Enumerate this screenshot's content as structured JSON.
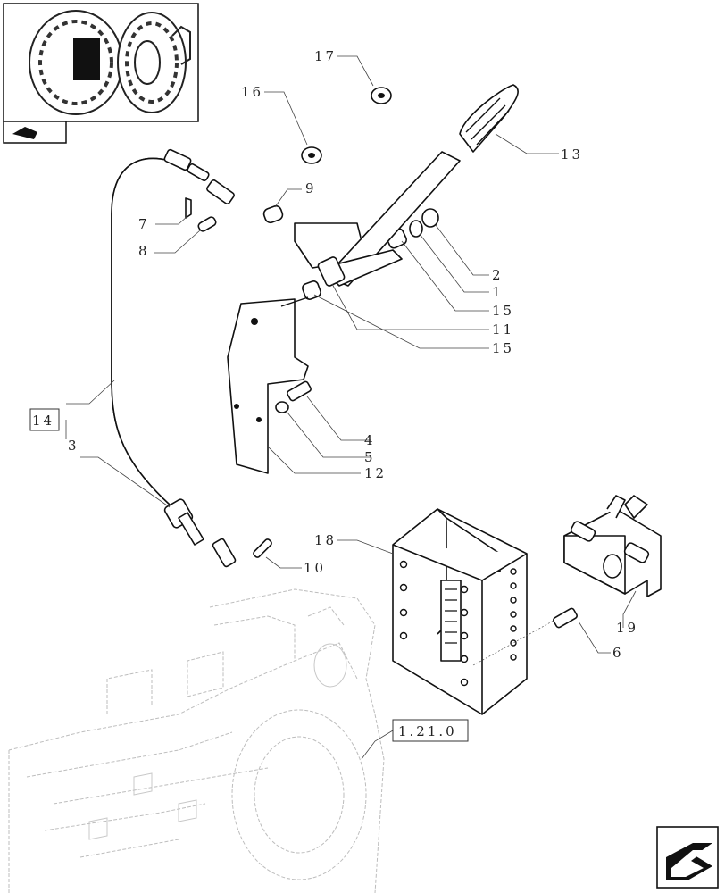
{
  "thumbnail": {
    "label": "Thumbnail of tractor rear"
  },
  "callouts": [
    {
      "id": "c17",
      "text": "17"
    },
    {
      "id": "c16",
      "text": "16"
    },
    {
      "id": "c13",
      "text": "13"
    },
    {
      "id": "c9",
      "text": "9"
    },
    {
      "id": "c7",
      "text": "7"
    },
    {
      "id": "c8",
      "text": "8"
    },
    {
      "id": "c2",
      "text": "2"
    },
    {
      "id": "c1",
      "text": "1"
    },
    {
      "id": "c15a",
      "text": "15"
    },
    {
      "id": "c11",
      "text": "11"
    },
    {
      "id": "c15b",
      "text": "15"
    },
    {
      "id": "c14",
      "text": "14"
    },
    {
      "id": "c3",
      "text": "3"
    },
    {
      "id": "c4",
      "text": "4"
    },
    {
      "id": "c5",
      "text": "5"
    },
    {
      "id": "c12",
      "text": "12"
    },
    {
      "id": "c18",
      "text": "18"
    },
    {
      "id": "c10",
      "text": "10"
    },
    {
      "id": "c19",
      "text": "19"
    },
    {
      "id": "c6",
      "text": "6"
    }
  ],
  "reference_box": {
    "text": "1.21.0"
  }
}
